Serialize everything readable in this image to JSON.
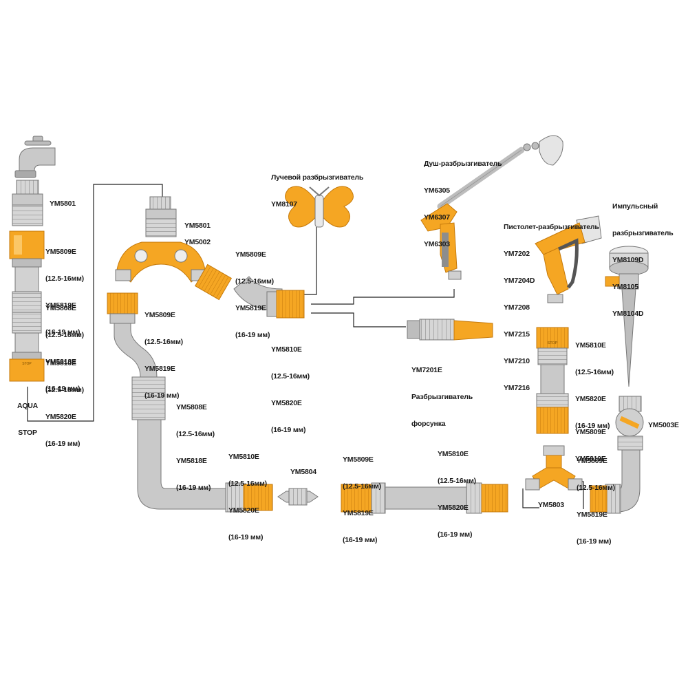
{
  "colors": {
    "orange": "#f5a623",
    "orange_dark": "#d9850f",
    "gray": "#c9c9c9",
    "gray_dark": "#8e8e8e",
    "line": "#222222"
  },
  "labels": {
    "ym5801_left": "YM5801",
    "left_col_a": [
      "YM5809E",
      "(12.5-16мм)",
      "YM5819E",
      "(16-19 мм)"
    ],
    "left_col_b": [
      "YM5808E",
      "(12.5-16мм)",
      "YM5818E",
      "(16-19 мм)"
    ],
    "left_col_c": [
      "YM5810E",
      "(12.5-16мм)",
      "YM5820E",
      "(16-19 мм)"
    ],
    "aqua_stop": [
      "AQUA",
      "STOP"
    ],
    "ym5801_mid": "YM5801",
    "ym5002": "YM5002",
    "mid_a": [
      "YM5809E",
      "(12.5-16мм)",
      "YM5819E",
      "(16-19 мм)"
    ],
    "mid_b": [
      "YM5809E",
      "(12.5-16мм)",
      "YM5819E",
      "(16-19 мм)"
    ],
    "mid_c": [
      "YM5810E",
      "(12.5-16мм)",
      "YM5820E",
      "(16-19 мм)"
    ],
    "mid_d": [
      "YM5808E",
      "(12.5-16мм)",
      "YM5818E",
      "(16-19 мм)"
    ],
    "beam_sprinkler": [
      "Лучевой разбрызгиватель",
      "YM8107"
    ],
    "shower_sprinkler": [
      "Душ-разбрызгиватель",
      "YM6305",
      "YM6307",
      "YM6303"
    ],
    "gun_sprinkler": [
      "Пистолет-разбрызгиватель",
      "YM7202",
      "YM7204D",
      "YM7208",
      "YM7215",
      "YM7210",
      "YM7216"
    ],
    "impulse_sprinkler": [
      "Импульсный",
      "разбрызгиватель",
      "YM8109D",
      "YM8105",
      "YM8104D"
    ],
    "nozzle": [
      "YM7201E",
      "Разбрызгиватель",
      "форсунка"
    ],
    "bottom_a": [
      "YM5810E",
      "(12.5-16мм)",
      "YM5820E",
      "(16-19 мм)"
    ],
    "ym5804": "YM5804",
    "bottom_b": [
      "YM5809E",
      "(12.5-16мм)",
      "YM5819E",
      "(16-19 мм)"
    ],
    "bottom_c": [
      "YM5810E",
      "(12.5-16мм)",
      "YM5820E",
      "(16-19 мм)"
    ],
    "ym5803": "YM5803",
    "right_a": [
      "YM5810E",
      "(12.5-16мм)",
      "YM5820E",
      "(16-19 мм)"
    ],
    "right_b": [
      "YM5809E",
      "YM5819E"
    ],
    "right_c": [
      "YM5809E",
      "(12.5-16мм)",
      "YM5819E",
      "(16-19 мм)"
    ],
    "ym5003e": "YM5003E"
  },
  "marks": {
    "stop_text": "STOP"
  }
}
